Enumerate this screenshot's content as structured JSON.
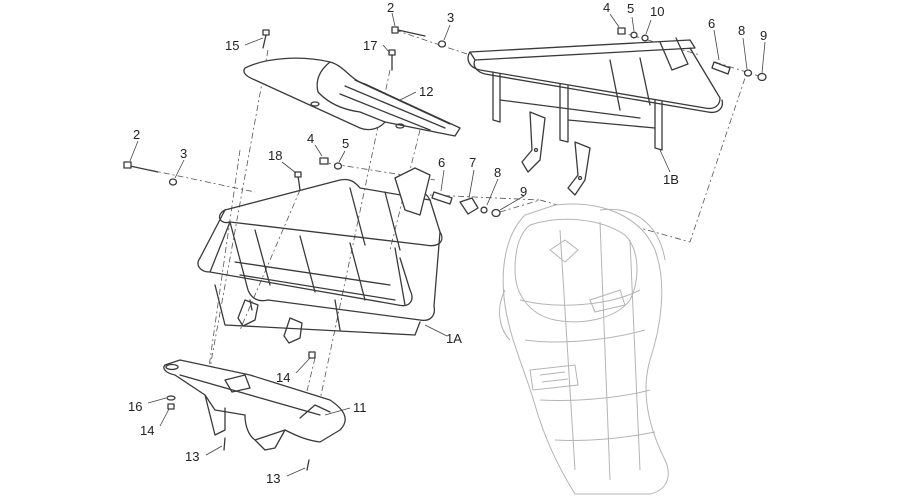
{
  "diagram": {
    "type": "exploded-parts-diagram",
    "callouts": [
      {
        "id": "c-2-top",
        "label": "2"
      },
      {
        "id": "c-3-top",
        "label": "3"
      },
      {
        "id": "c-4-top",
        "label": "4"
      },
      {
        "id": "c-5-top",
        "label": "5"
      },
      {
        "id": "c-10",
        "label": "10"
      },
      {
        "id": "c-6-top",
        "label": "6"
      },
      {
        "id": "c-8-top",
        "label": "8"
      },
      {
        "id": "c-9-top",
        "label": "9"
      },
      {
        "id": "c-15",
        "label": "15"
      },
      {
        "id": "c-17",
        "label": "17"
      },
      {
        "id": "c-12",
        "label": "12"
      },
      {
        "id": "c-1B",
        "label": "1B"
      },
      {
        "id": "c-2-left",
        "label": "2"
      },
      {
        "id": "c-3-left",
        "label": "3"
      },
      {
        "id": "c-4-mid",
        "label": "4"
      },
      {
        "id": "c-5-mid",
        "label": "5"
      },
      {
        "id": "c-18",
        "label": "18"
      },
      {
        "id": "c-6-mid",
        "label": "6"
      },
      {
        "id": "c-7",
        "label": "7"
      },
      {
        "id": "c-8-mid",
        "label": "8"
      },
      {
        "id": "c-9-mid",
        "label": "9"
      },
      {
        "id": "c-1A",
        "label": "1A"
      },
      {
        "id": "c-14-upper",
        "label": "14"
      },
      {
        "id": "c-16",
        "label": "16"
      },
      {
        "id": "c-14-lower",
        "label": "14"
      },
      {
        "id": "c-11",
        "label": "11"
      },
      {
        "id": "c-13-upper",
        "label": "13"
      },
      {
        "id": "c-13-lower",
        "label": "13"
      }
    ]
  }
}
